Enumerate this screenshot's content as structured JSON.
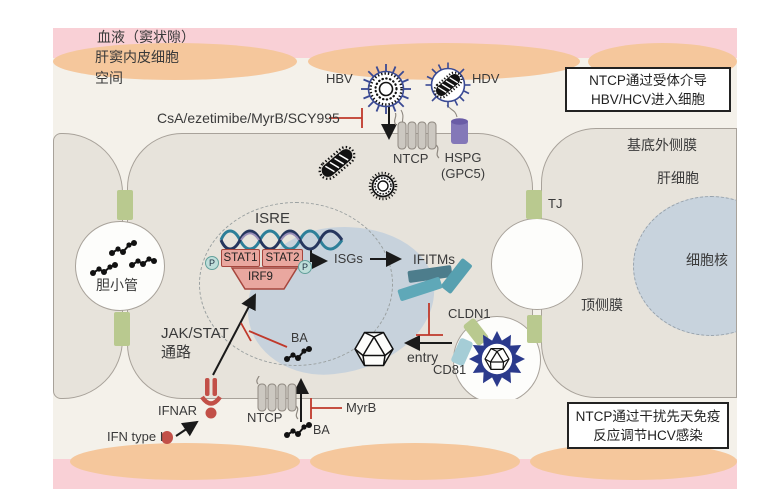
{
  "sinusoid_top": {
    "blood_label": "血液（窦状隙）",
    "endothelial_label": "肝窦内皮细胞",
    "space_label": "空间"
  },
  "inhibitors": {
    "csa_label": "CsA/ezetimibe/MyrB/SCY995",
    "myrb_label": "MyrB"
  },
  "viruses": {
    "hbv_label": "HBV",
    "hdv_label": "HDV",
    "entry_label": "entry"
  },
  "receptors": {
    "ntcp_top_label": "NTCP",
    "hspg_line1": "HSPG",
    "hspg_line2": "(GPC5)",
    "ntcp_bottom_label": "NTCP",
    "ifnar_label": "IFNAR",
    "cldn1_label": "CLDN1",
    "cd81_label": "CD81",
    "tj_label": "TJ"
  },
  "cell_labels": {
    "basolateral_membrane": "基底外侧膜",
    "hepatocyte": "肝细胞",
    "nucleus": "细胞核",
    "apical_membrane": "顶侧膜",
    "bile_canaliculus": "胆小管"
  },
  "signaling": {
    "isre_label": "ISRE",
    "stat1_label": "STAT1",
    "stat2_label": "STAT2",
    "irf9_label": "IRF9",
    "p_left": "P",
    "p_right": "P",
    "isgs_label": "ISGs",
    "ifitms_label": "IFITMs",
    "jak_stat_line1": "JAK/STAT",
    "jak_stat_line2": "通路",
    "ifn_label": "IFN type I",
    "ba_inside_label": "BA",
    "ba_outside_label": "BA"
  },
  "callouts": {
    "box1_line1": "NTCP通过受体介导",
    "box1_line2": "HBV/HCV进入细胞",
    "box2_line1": "NTCP通过干扰先天免疫",
    "box2_line2": "反应调节HCV感染"
  },
  "colors": {
    "blood_band": "#f9d0d6",
    "endothelial_cell": "#f5c79c",
    "cytoplasm": "#e7e3db",
    "membrane": "#a8a29a",
    "tight_junction_green": "#b9c98f",
    "hspg_purple": "#8478b8",
    "virus_navy": "#3a4a94",
    "hcv_star_blue": "#2b3a8c",
    "stat_salmon": "#e9a79f",
    "stat_border_red": "#a6463d",
    "inhibition_red": "#c0392b",
    "ifnar_red": "#c25048",
    "nucleus_blue": "#c8d3dd",
    "ifitm_teal": "#4d7d8c",
    "background_cream": "#f4f1ea"
  }
}
